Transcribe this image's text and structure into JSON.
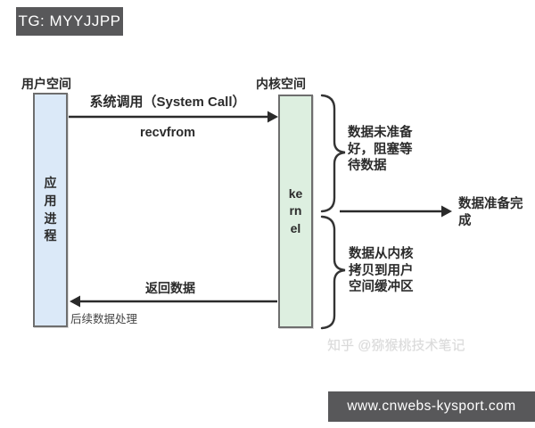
{
  "badges": {
    "top_left": "TG: MYYJJPP",
    "bottom_right": "www.cnwebs-kysport.com"
  },
  "diagram": {
    "user_space_label": "用户空间",
    "kernel_space_label": "内核空间",
    "app_process_label": "应\n用\n进\n程",
    "kernel_label": "ke\nrn\nel",
    "system_call_label": "系统调用（System Call）",
    "recvfrom_label": "recvfrom",
    "blocked_note": "数据未准备\n好，阻塞等\n待数据",
    "data_ready_note": "数据准备完\n成",
    "copy_note": "数据从内核\n拷贝到用户\n空间缓冲区",
    "return_data_label": "返回数据",
    "post_processing_label": "后续数据处理",
    "colors": {
      "user_process_fill": "#dbe9f8",
      "kernel_fill": "#ddefe0",
      "badge_bg": "#58585a",
      "line": "#2a2a2a"
    }
  },
  "watermark": "知乎 @猕猴桃技术笔记"
}
